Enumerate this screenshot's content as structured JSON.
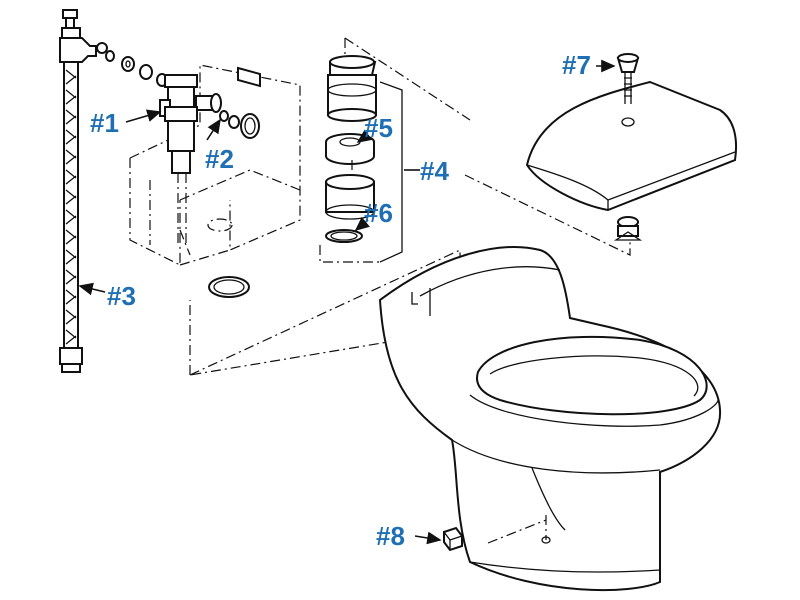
{
  "diagram": {
    "accent": "#1f6fb4",
    "callouts": [
      {
        "id": "1",
        "text": "#1"
      },
      {
        "id": "2",
        "text": "#2"
      },
      {
        "id": "3",
        "text": "#3"
      },
      {
        "id": "4",
        "text": "#4"
      },
      {
        "id": "5",
        "text": "#5"
      },
      {
        "id": "6",
        "text": "#6"
      },
      {
        "id": "7",
        "text": "#7"
      },
      {
        "id": "8",
        "text": "#8"
      }
    ]
  }
}
